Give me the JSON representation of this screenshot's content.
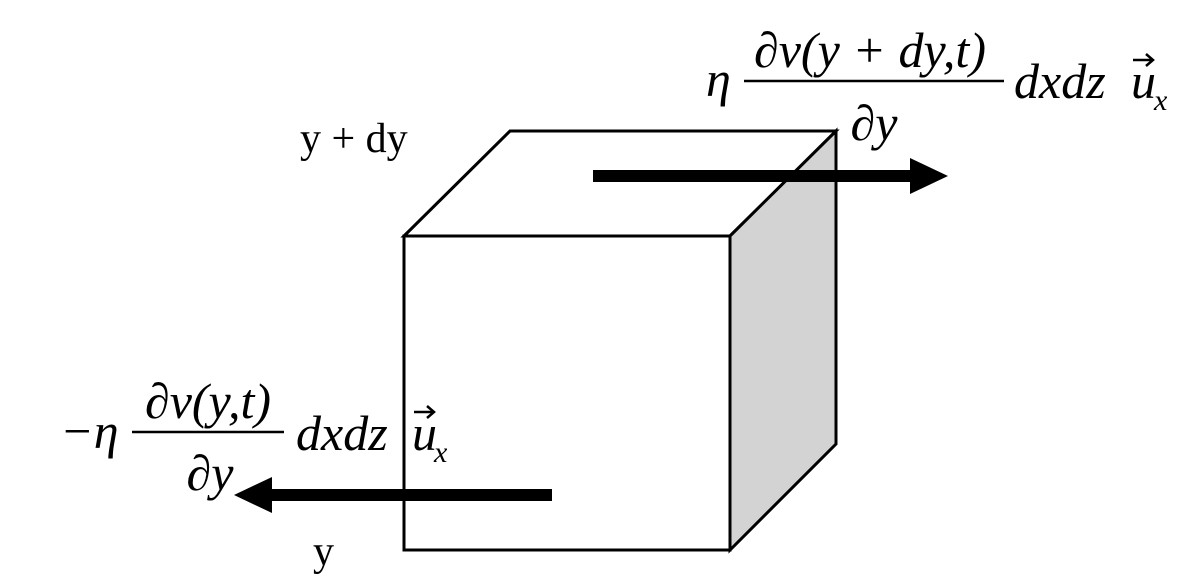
{
  "labels": {
    "top_face": "y + dy",
    "bottom_face": "y"
  },
  "top_force": {
    "coefficient": "η",
    "numerator": "∂v(y + dy,t)",
    "denominator": "∂y",
    "differentials": "dxdz",
    "unit_vector": "u",
    "unit_subscript": "x"
  },
  "bottom_force": {
    "coefficient": "−η",
    "numerator": "∂v(y,t)",
    "denominator": "∂y",
    "differentials": "dxdz",
    "unit_vector": "u",
    "unit_subscript": "x"
  },
  "colors": {
    "stroke": "#000000",
    "face_front": "#ffffff",
    "face_top": "#ffffff",
    "face_side": "#d3d3d3"
  }
}
